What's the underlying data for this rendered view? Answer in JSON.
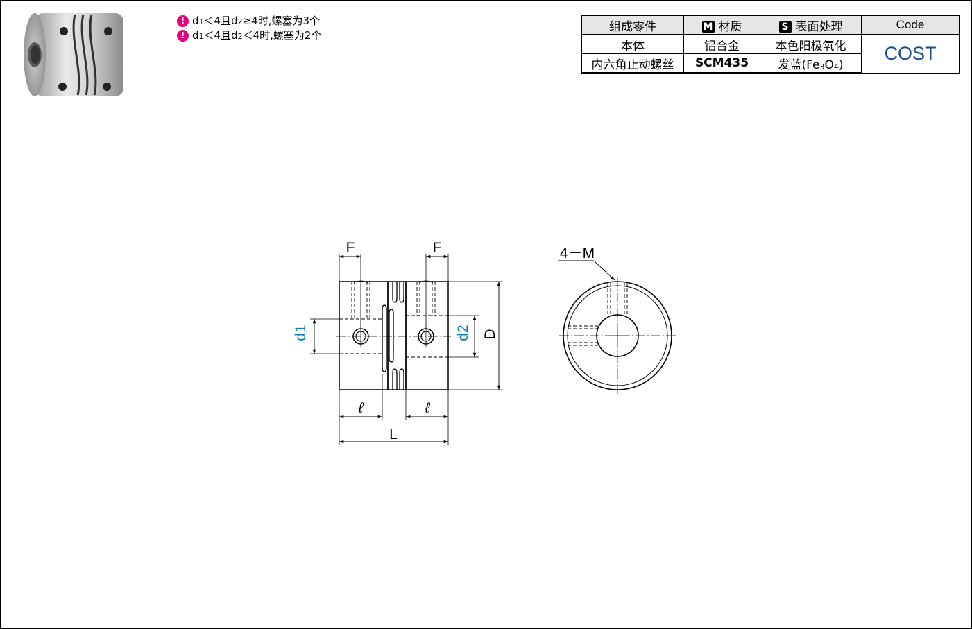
{
  "notes": [
    {
      "icon": "!",
      "text_before": "d",
      "sub1": "1",
      "text_mid": "＜4且d",
      "sub2": "2",
      "text_after": "≥4时,螺塞为3个"
    },
    {
      "icon": "!",
      "text_before": "d",
      "sub1": "1",
      "text_mid": "＜4且d",
      "sub2": "2",
      "text_after": "＜4时,螺塞为2个"
    }
  ],
  "table": {
    "headers": {
      "part": "组成零件",
      "material_badge": "M",
      "material": "材质",
      "surface_badge": "S",
      "surface": "表面处理",
      "code": "Code"
    },
    "rows": [
      {
        "part": "本体",
        "material": "铝合金",
        "surface": "本色阳极氧化"
      },
      {
        "part": "内六角止动螺丝",
        "material": "SCM435",
        "surface_prefix": "发蓝(Fe",
        "surface_sub1": "3",
        "surface_mid": "O",
        "surface_sub2": "4",
        "surface_suffix": ")"
      }
    ],
    "code_value": "COST"
  },
  "drawing": {
    "labels": {
      "F_left": "F",
      "F_right": "F",
      "d1": "d1",
      "d2": "d2",
      "D": "D",
      "l_left": "ℓ",
      "l_right": "ℓ",
      "L": "L",
      "screw": "4－M"
    },
    "colors": {
      "dimension_blue": "#0a7cc4",
      "note_icon": "#e6007e",
      "code_text": "#1a4d94"
    }
  }
}
